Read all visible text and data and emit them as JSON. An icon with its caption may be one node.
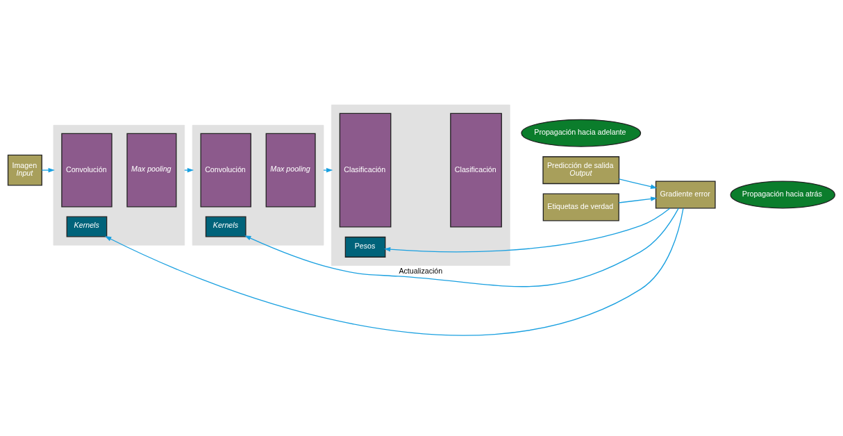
{
  "diagram": {
    "nodes": [
      {
        "text": [
          "Imagen",
          "Input"
        ]
      },
      {
        "text": [],
        "shape": "box"
      },
      {
        "text": [
          "Convolución"
        ],
        "in": 1
      },
      {
        "text": [
          "Max pooling"
        ],
        "in": 1
      },
      {
        "text": [
          "Kernels"
        ],
        "in": 1
      },
      {
        "text": [],
        "shape": "box"
      },
      {
        "text": [
          "Convolución"
        ],
        "in": 5
      },
      {
        "text": [
          "Max pooling"
        ],
        "in": 5
      },
      {
        "text": [
          "Kernels"
        ],
        "in": 5
      },
      {
        "text": [],
        "shape": "box"
      },
      {
        "text": [
          "Clasificación"
        ],
        "in": 9
      },
      {
        "text": [
          "Clasificación"
        ],
        "in": 9
      },
      {
        "text": [
          "Pesos"
        ],
        "in": 9
      },
      {
        "text": [
          "Propagación hacia adelante"
        ]
      },
      {
        "text": [
          "Predicción de salida",
          "Output"
        ]
      },
      {
        "text": [
          "Etiquetas de verdad"
        ]
      },
      {
        "text": [
          "Gradiente error"
        ]
      },
      {
        "text": [
          "Propagación hacia atrás"
        ]
      }
    ],
    "edges": [
      {
        "from": 0,
        "to": 1,
        "arrow": "to"
      },
      {
        "from": 1,
        "to": 5,
        "arrow": "to"
      },
      {
        "from": 5,
        "to": 9,
        "arrow": "to"
      },
      {
        "from": 14,
        "to": 16,
        "arrow": "to"
      },
      {
        "from": 15,
        "to": 16,
        "arrow": "to"
      },
      {
        "from": 16,
        "to": 4,
        "arrow": "to"
      },
      {
        "from": 16,
        "to": 8,
        "arrow": "to",
        "label": "Actualización"
      },
      {
        "from": 16,
        "to": 12,
        "arrow": "to"
      }
    ]
  }
}
